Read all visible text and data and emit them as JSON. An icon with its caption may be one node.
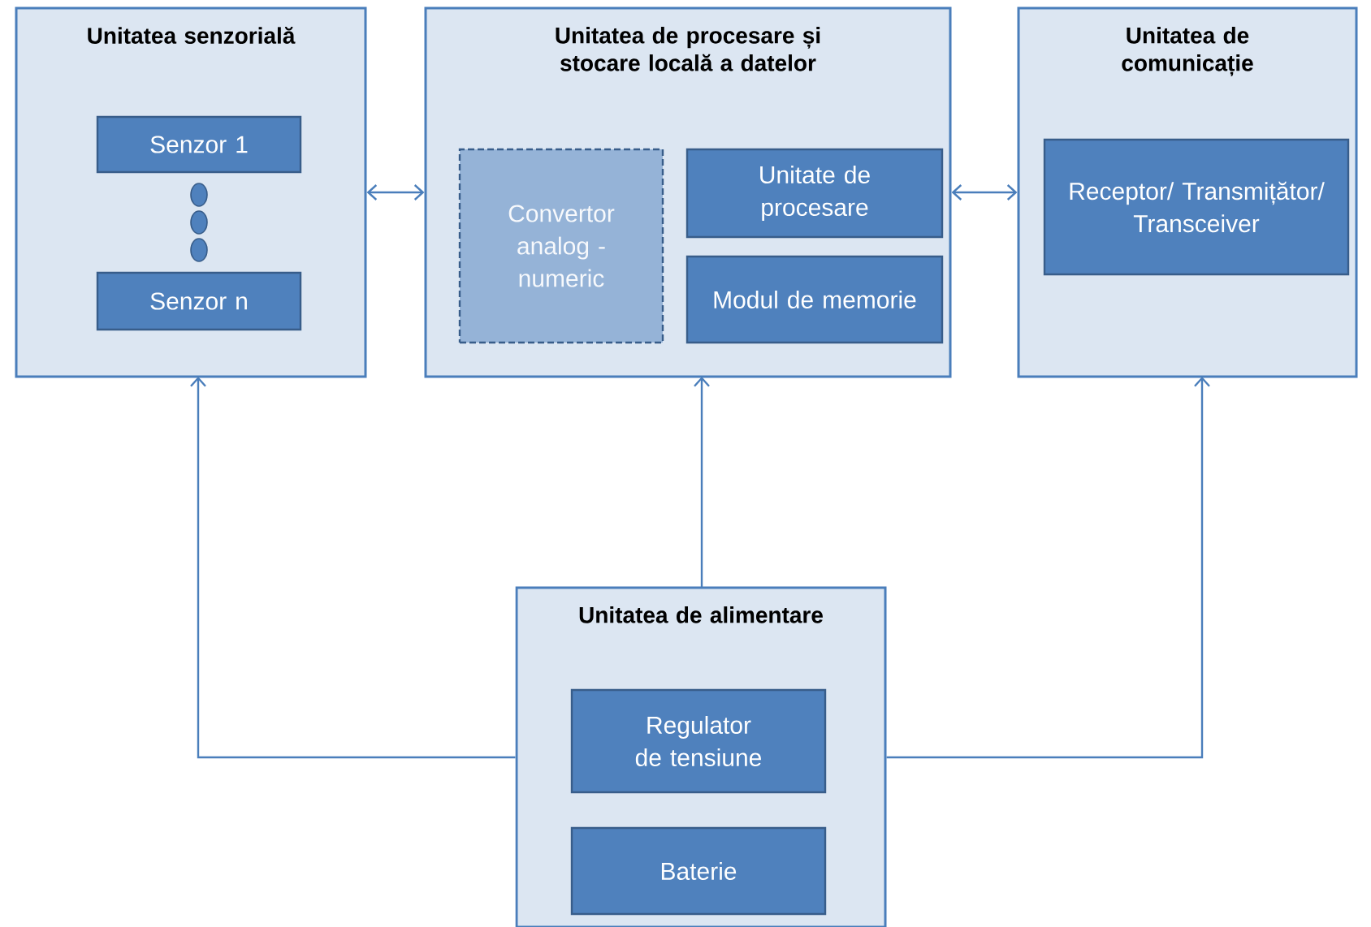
{
  "diagram": {
    "nodes": [
      {
        "text": [
          "Unitatea senzorială"
        ]
      },
      {
        "text": [
          "Senzor 1"
        ],
        "in": 0
      },
      {
        "text": [
          "Senzor n"
        ],
        "in": 0
      },
      {
        "text": [
          "Unitatea de procesare și stocare locală a datelor"
        ]
      },
      {
        "text": [
          "Convertor analog - numeric"
        ],
        "in": 3
      },
      {
        "text": [
          "Unitate de procesare"
        ],
        "in": 3
      },
      {
        "text": [
          "Modul de memorie"
        ],
        "in": 3
      },
      {
        "text": [
          "Unitatea de comunicație"
        ]
      },
      {
        "text": [
          "Receptor/ Transmițător/ Transceiver"
        ],
        "in": 7
      },
      {
        "text": [
          "Unitatea de alimentare"
        ]
      },
      {
        "text": [
          "Regulator de tensiune"
        ],
        "in": 9
      },
      {
        "text": [
          "Baterie"
        ],
        "in": 9
      }
    ],
    "edges": [
      {
        "from": 0,
        "to": 3,
        "arrow": "both"
      },
      {
        "from": 3,
        "to": 7,
        "arrow": "both"
      },
      {
        "from": 9,
        "to": 0,
        "arrow": "to"
      },
      {
        "from": 9,
        "to": 3,
        "arrow": "to"
      },
      {
        "from": 9,
        "to": 7,
        "arrow": "to"
      }
    ]
  }
}
